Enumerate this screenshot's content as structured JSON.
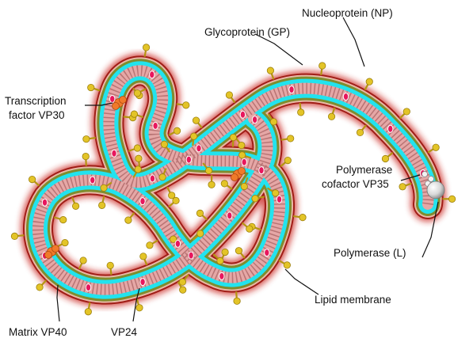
{
  "labels": {
    "glycoprotein": "Glycoprotein (GP)",
    "nucleoprotein": "Nucleoprotein (NP)",
    "vp30_line1": "Transcription",
    "vp30_line2": "factor VP30",
    "vp35_line1": "Polymerase",
    "vp35_line2": "cofactor VP35",
    "polymerase": "Polymerase (L)",
    "lipid_membrane": "Lipid membrane",
    "matrix": "Matrix VP40",
    "vp24": "VP24"
  },
  "colors": {
    "outer_glow": "#a11d17",
    "membrane_fill": "#e9b8a6",
    "matrix_beads": "#7f8d2e",
    "cyan_layer": "#22e3ee",
    "nucleocapsid": "#e5a7a6",
    "nucleocapsid_ribs": "#b87474",
    "glycoprotein_spikes": "#e3c427",
    "vp24_dots": "#e8175d",
    "vp30_blobs": "#f07a2a",
    "polymerase_sphere": "#e6e6e6"
  }
}
